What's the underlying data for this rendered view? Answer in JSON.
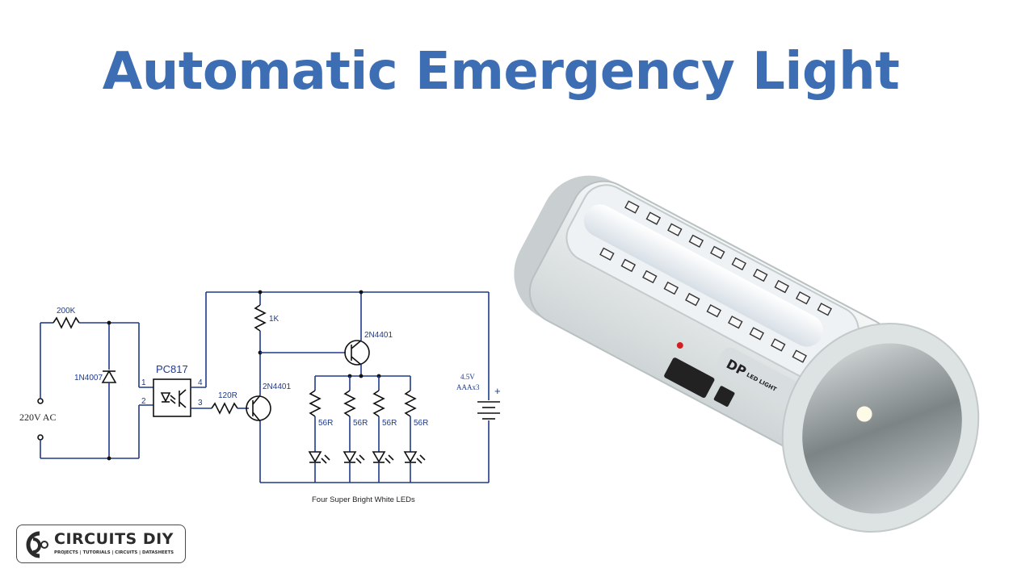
{
  "title": "Automatic Emergency Light",
  "schematic": {
    "resistor_200k": "200K",
    "diode": "1N4007",
    "ac_source": "220V AC",
    "optocoupler": "PC817",
    "pin_1": "1",
    "pin_2": "2",
    "pin_3": "3",
    "pin_4": "4",
    "resistor_120r": "120R",
    "transistor_q1": "2N4401",
    "resistor_1k": "1K",
    "transistor_q2": "2N4401",
    "led_resistor_1": "56R",
    "led_resistor_2": "56R",
    "led_resistor_3": "56R",
    "led_resistor_4": "56R",
    "battery_voltage": "4.5V",
    "battery_type": "AAAx3",
    "battery_plus": "+",
    "caption": "Four Super Bright White LEDs"
  },
  "product": {
    "brand": "DP",
    "sub_brand": "LED LIGHT"
  },
  "logo": {
    "name": "CIRCUITS DIY",
    "tagline": "PROJECTS | TUTORIALS | CIRCUITS | DATASHEETS"
  },
  "colors": {
    "title": "#3d6db3",
    "wire": "#1f3a8a"
  }
}
